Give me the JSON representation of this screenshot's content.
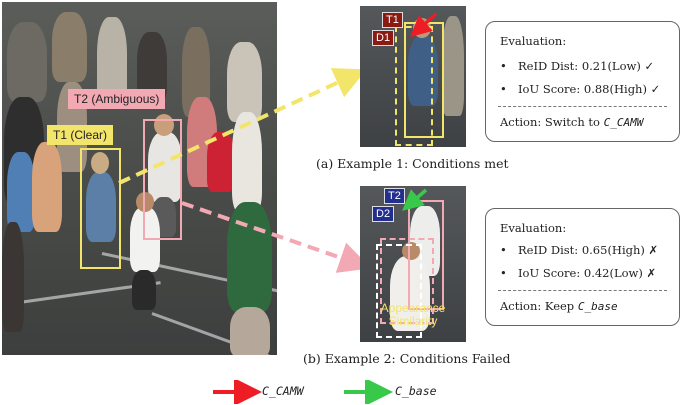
{
  "main": {
    "label_t2": "T2 (Ambiguous)",
    "label_t1": "T1 (Clear)"
  },
  "example1": {
    "tag_t1": "T1",
    "tag_d1": "D1",
    "caption": "(a) Example 1: Conditions met",
    "eval": {
      "title": "Evaluation:",
      "bullet": "•",
      "reid": "ReID Dist: 0.21(Low)",
      "reid_mark": "✓",
      "iou": "IoU Score: 0.88(High)",
      "iou_mark": "✓",
      "action_prefix": "Action: Switch to ",
      "action_target": "C_CAMW"
    }
  },
  "example2": {
    "tag_t2": "T2",
    "tag_d2": "D2",
    "overlay_line1": "Appearance",
    "overlay_line2": "Similarity",
    "caption": "(b) Example 2: Conditions Failed",
    "eval": {
      "title": "Evaluation:",
      "bullet": "•",
      "reid": "ReID Dist: 0.65(High)",
      "reid_mark": "✗",
      "iou": "IoU Score: 0.42(Low)",
      "iou_mark": "✗",
      "action_prefix": "Action: Keep ",
      "action_target": "C_base"
    }
  },
  "legend": {
    "red_label": "C_CAMW",
    "green_label": "C_base"
  },
  "colors": {
    "t1_yellow": "#f3e56a",
    "t2_pink": "#f2a9b4",
    "arrow_red": "#ee1c25",
    "arrow_green": "#39c94a",
    "tag_red": "#8b1a12",
    "tag_blue": "#232f8e"
  }
}
